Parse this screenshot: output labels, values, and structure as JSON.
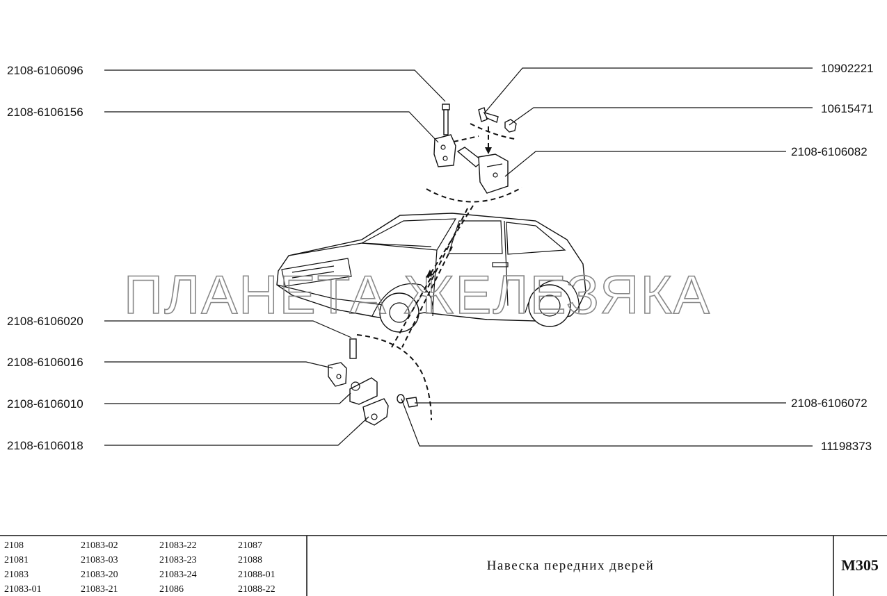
{
  "labels_left": [
    "2108-6106096",
    "2108-6106156",
    "2108-6106020",
    "2108-6106016",
    "2108-6106010",
    "2108-6106018"
  ],
  "labels_right": [
    "10902221",
    "10615471",
    "2108-6106082",
    "2108-6106072",
    "11198373"
  ],
  "watermark": "ПЛАНЕТА ЖЕЛЕЗЯКА",
  "title_block": {
    "models": [
      [
        "2108",
        "21083-02",
        "21083-22",
        "21087"
      ],
      [
        "21081",
        "21083-03",
        "21083-23",
        "21088"
      ],
      [
        "21083",
        "21083-20",
        "21083-24",
        "21088-01"
      ],
      [
        "21083-01",
        "21083-21",
        "21086",
        "21088-22"
      ]
    ],
    "title": "Навеска передних дверей",
    "code": "M305"
  }
}
